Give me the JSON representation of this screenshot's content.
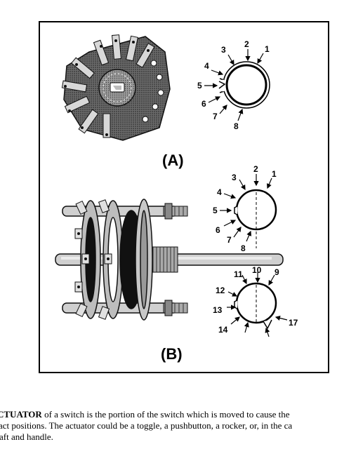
{
  "figure": {
    "label_a": "(A)",
    "label_b": "(B)",
    "diagram_a_positions": [
      "1",
      "2",
      "3",
      "4",
      "5",
      "6",
      "7",
      "8"
    ],
    "diagram_b_top_positions": [
      "1",
      "2",
      "3",
      "4",
      "5",
      "6",
      "7",
      "8"
    ],
    "diagram_b_bottom_positions": [
      "9",
      "10",
      "11",
      "12",
      "13",
      "14",
      "17"
    ]
  },
  "caption": {
    "line1_bold": "CTUATOR",
    "line1_rest": " of a switch is the portion of the switch which is moved to cause the",
    "line2": "act positions. The actuator could be a toggle, a pushbutton, a rocker, or, in the ca",
    "line3": "aft and handle."
  }
}
